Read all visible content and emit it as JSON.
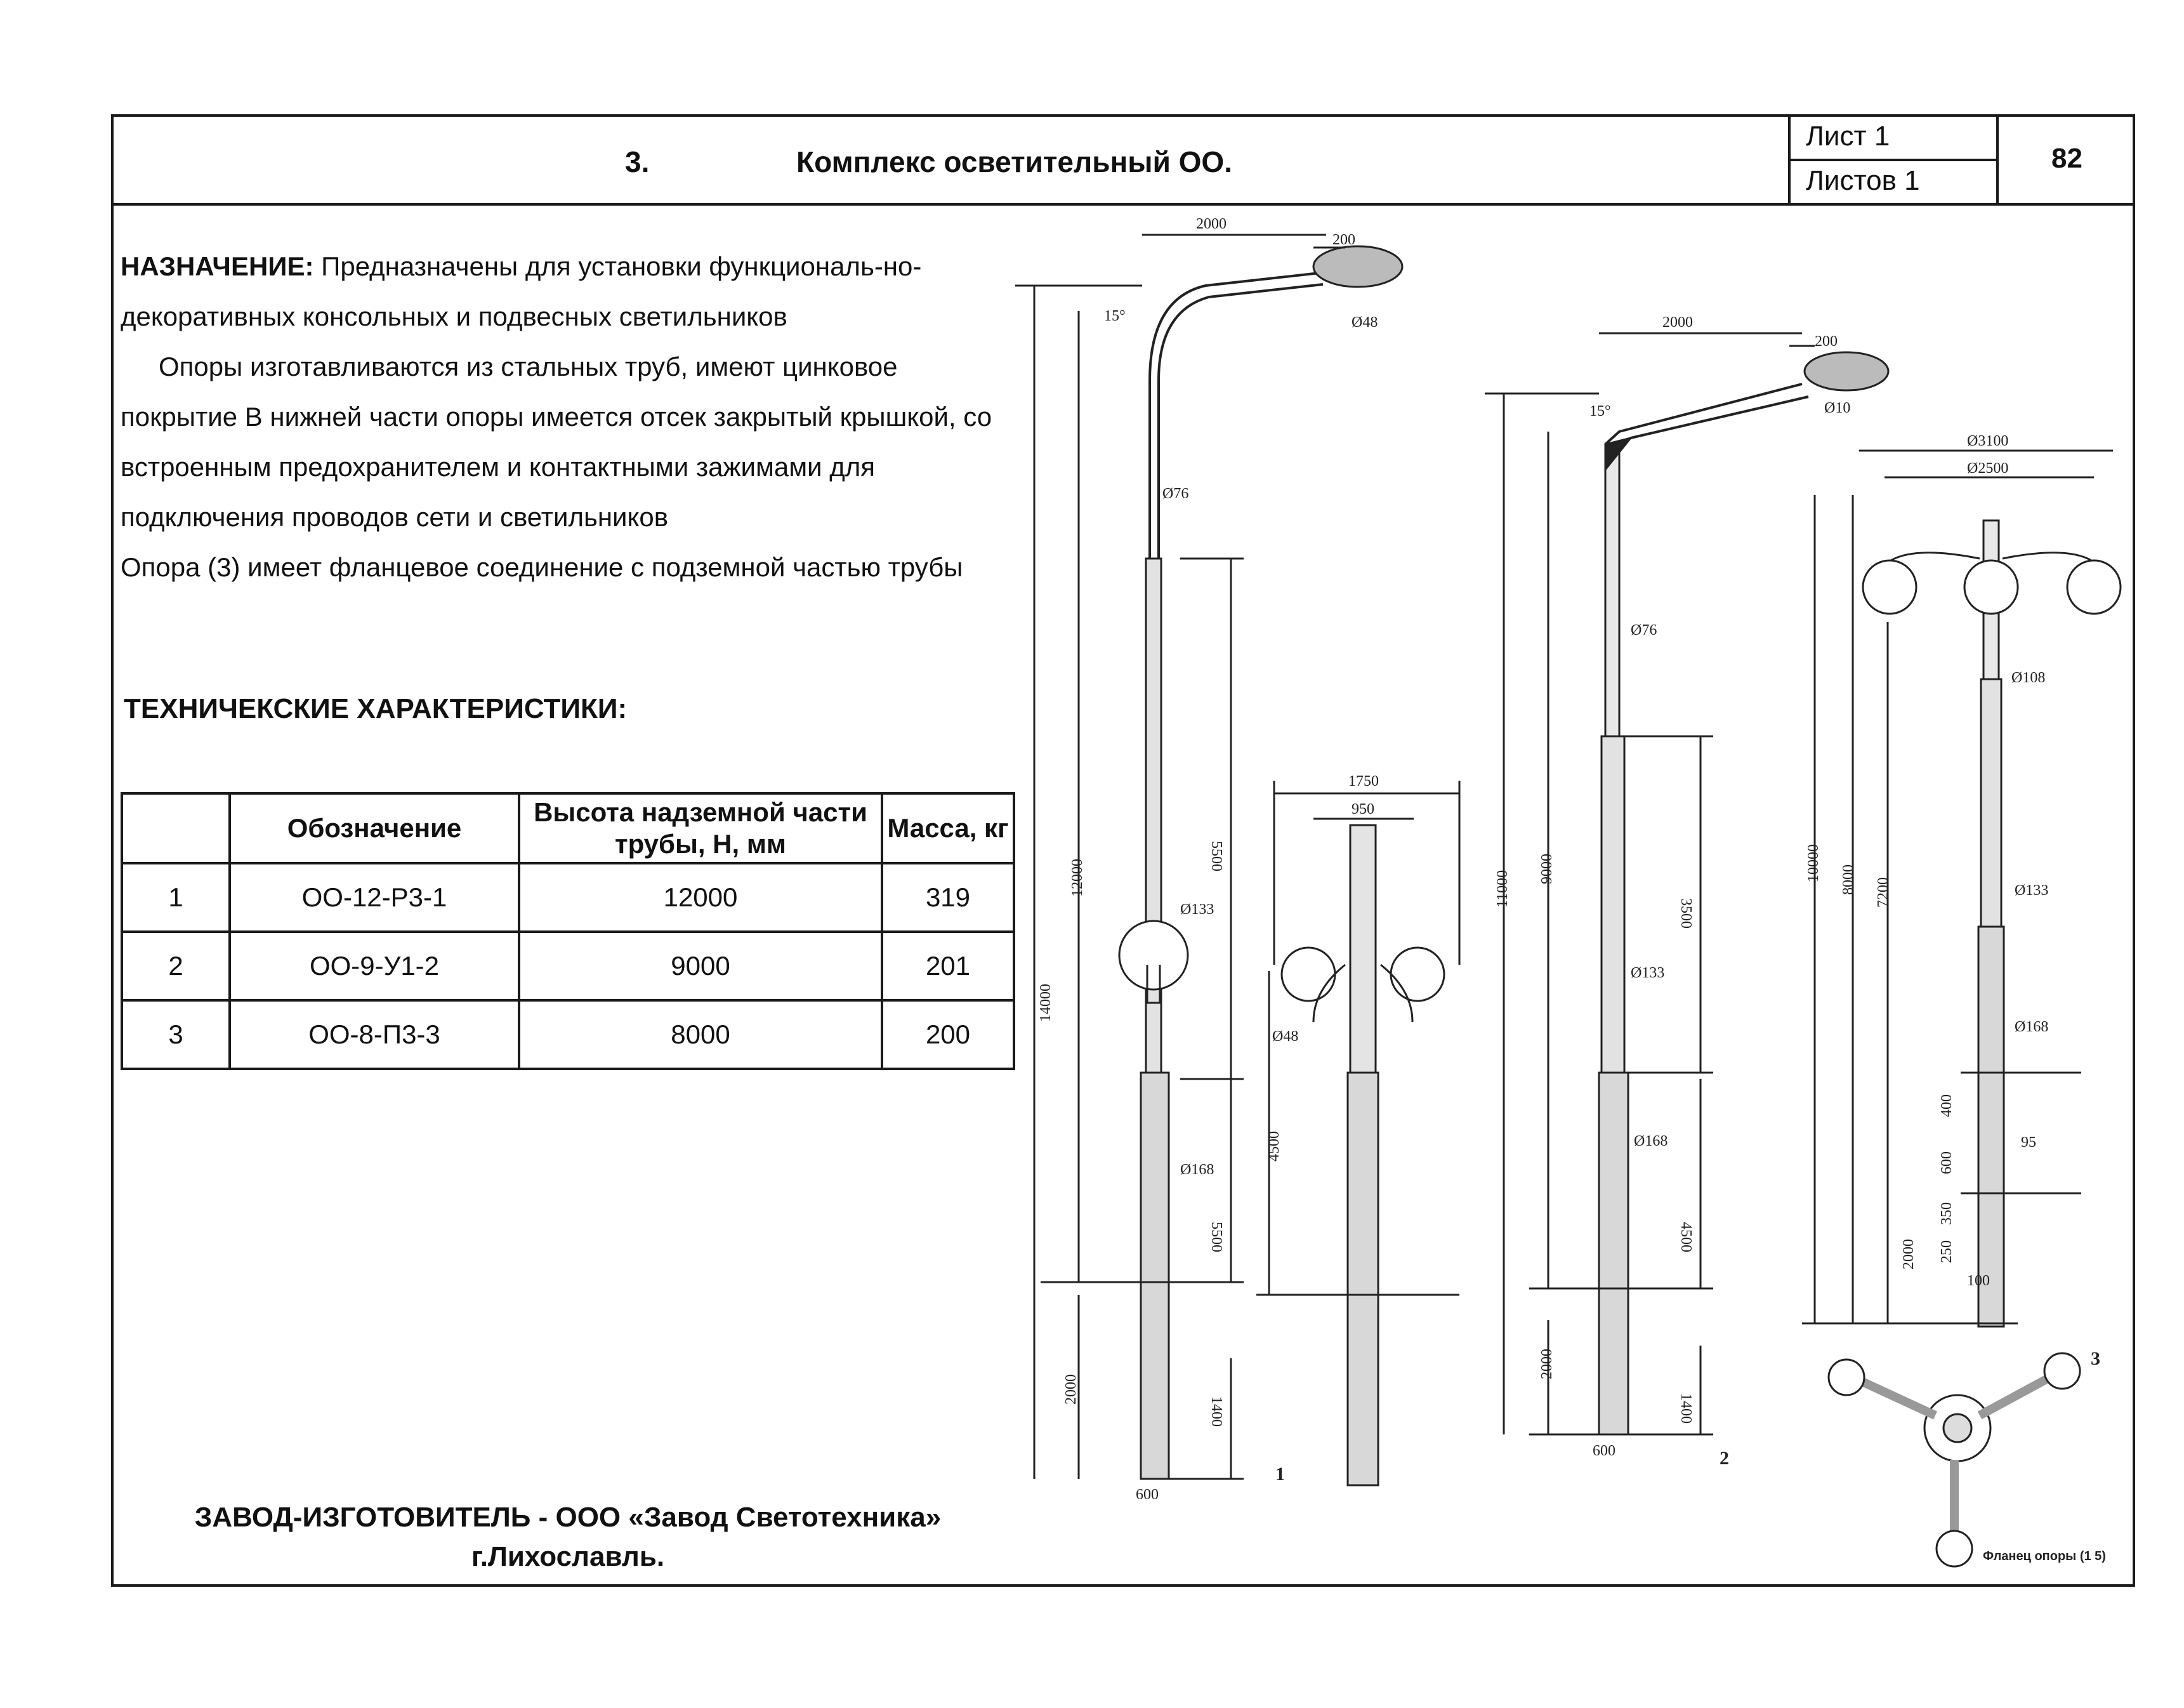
{
  "header": {
    "number": "3.",
    "title": "Комплекс осветительный ОО.",
    "sheet": "Лист  1",
    "sheets": "Листов  1",
    "page": "82"
  },
  "purpose": {
    "label": "НАЗНАЧЕНИЕ:",
    "text1": "Предназначены для установки функциональ-но-декоративных консольных и подвесных светильников",
    "text2": "Опоры изготавливаются из стальных труб, имеют цинковое покрытие  В нижней части опоры имеется отсек закрытый крышкой, со встроенным предохранителем и контактными зажимами для подключения проводов сети и светильников",
    "text3": "Опора (3) имеет фланцевое соединение с подземной частью трубы"
  },
  "tech_title": "ТЕХНИЧЕКСКИЕ ХАРАКТЕРИСТИКИ:",
  "table": {
    "headers": [
      "",
      "Обозначение",
      "Высота надземной части трубы, Н, мм",
      "Масса, кг"
    ],
    "rows": [
      [
        "1",
        "ОО-12-Р3-1",
        "12000",
        "319"
      ],
      [
        "2",
        "ОО-9-У1-2",
        "9000",
        "201"
      ],
      [
        "3",
        "ОО-8-П3-3",
        "8000",
        "200"
      ]
    ]
  },
  "manufacturer": {
    "line1": "ЗАВОД-ИЗГОТОВИТЕЛЬ - ООО «Завод Светотехника»",
    "line2": "г.Лихославль."
  },
  "drawing": {
    "pole1": {
      "label": "1",
      "dims": [
        "2000",
        "200",
        "15°",
        "Ø48",
        "Ø76",
        "14000",
        "12000",
        "5500",
        "Ø133",
        "Ø168",
        "5500",
        "2000",
        "1400",
        "600"
      ]
    },
    "pole_detail": {
      "dims": [
        "1750",
        "950",
        "Ø48",
        "4500"
      ]
    },
    "pole2": {
      "label": "2",
      "dims": [
        "2000",
        "200",
        "15°",
        "Ø10",
        "Ø76",
        "11000",
        "9000",
        "3500",
        "Ø133",
        "Ø168",
        "4500",
        "2000",
        "1400",
        "600"
      ]
    },
    "pole3": {
      "label": "3",
      "dims": [
        "Ø3100",
        "Ø2500",
        "Ø108",
        "10000",
        "8000",
        "7200",
        "Ø133",
        "Ø168",
        "400",
        "600",
        "350",
        "250",
        "2000",
        "95",
        "100"
      ]
    },
    "flange_caption": "Фланец опоры (1  5)"
  }
}
